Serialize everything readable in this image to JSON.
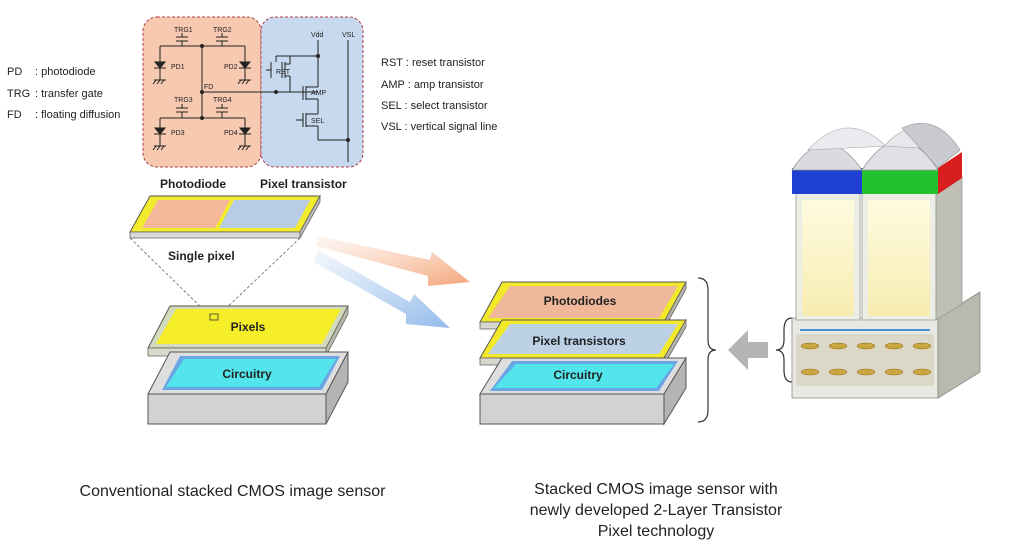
{
  "legend_left": [
    {
      "abbr": "PD",
      "desc": ": photodiode"
    },
    {
      "abbr": "TRG",
      "desc": ": transfer gate"
    },
    {
      "abbr": "FD",
      "desc": ": floating diffusion"
    }
  ],
  "legend_right": [
    {
      "abbr": "RST",
      "desc": ": reset transistor"
    },
    {
      "abbr": "AMP",
      "desc": ": amp transistor"
    },
    {
      "abbr": "SEL",
      "desc": ": select transistor"
    },
    {
      "abbr": "VSL",
      "desc": ": vertical signal line"
    }
  ],
  "circuit": {
    "trg1": "TRG1",
    "trg2": "TRG2",
    "trg3": "TRG3",
    "trg4": "TRG4",
    "pd1": "PD1",
    "pd2": "PD2",
    "pd3": "PD3",
    "pd4": "PD4",
    "fd": "FD",
    "vdd": "Vdd",
    "vsl": "VSL",
    "rst": "RST",
    "amp": "AMP",
    "sel": "SEL"
  },
  "region_labels": {
    "photodiode": "Photodiode",
    "pixel_transistor": "Pixel transistor"
  },
  "single_pixel_label": "Single pixel",
  "conventional": {
    "pixels": "Pixels",
    "circuitry": "Circuitry",
    "caption": "Conventional stacked CMOS image sensor"
  },
  "new_tech": {
    "photodiodes": "Photodiodes",
    "pixel_transistors": "Pixel transistors",
    "circuitry": "Circuitry",
    "caption_line1": "Stacked CMOS image sensor with",
    "caption_line2": "newly developed 2-Layer Transistor",
    "caption_line3": "Pixel technology"
  },
  "colors": {
    "photodiode_region": "#f7c9b0",
    "transistor_region": "#c6d9ee",
    "layer_yellow": "#f7ee3a",
    "layer_cyan": "#4fe7ee",
    "photodiode_layer": "#f0b89a",
    "transistor_layer": "#b9cfe6",
    "block_gray": "#d6d6d6",
    "arrow_orange": "#f2b58f",
    "arrow_blue": "#a9c8ec",
    "arrow_gray": "#b5b5b5"
  }
}
